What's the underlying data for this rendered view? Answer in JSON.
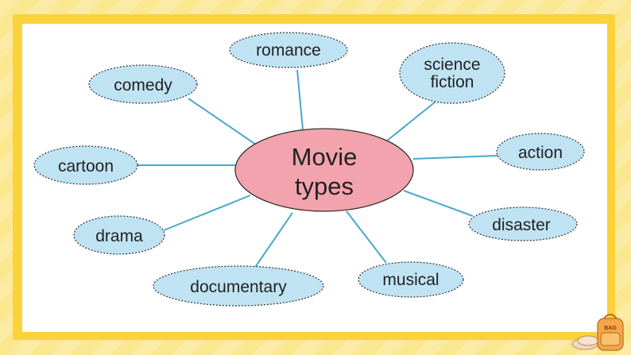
{
  "diagram": {
    "center": {
      "label_lines": [
        "Movie",
        "types"
      ]
    },
    "nodes": [
      {
        "id": "romance",
        "label_lines": [
          "romance"
        ]
      },
      {
        "id": "science-fiction",
        "label_lines": [
          "science",
          "fiction"
        ]
      },
      {
        "id": "comedy",
        "label_lines": [
          "comedy"
        ]
      },
      {
        "id": "action",
        "label_lines": [
          "action"
        ]
      },
      {
        "id": "cartoon",
        "label_lines": [
          "cartoon"
        ]
      },
      {
        "id": "disaster",
        "label_lines": [
          "disaster"
        ]
      },
      {
        "id": "drama",
        "label_lines": [
          "drama"
        ]
      },
      {
        "id": "musical",
        "label_lines": [
          "musical"
        ]
      },
      {
        "id": "documentary",
        "label_lines": [
          "documentary"
        ]
      }
    ]
  },
  "decor": {
    "bag_label": "BAG",
    "colors": {
      "background": "#fbe790",
      "frame": "#fbd23a",
      "center_fill": "#f3a3ad",
      "node_fill": "#bfe3f3",
      "connector": "#4ba8cc"
    }
  }
}
